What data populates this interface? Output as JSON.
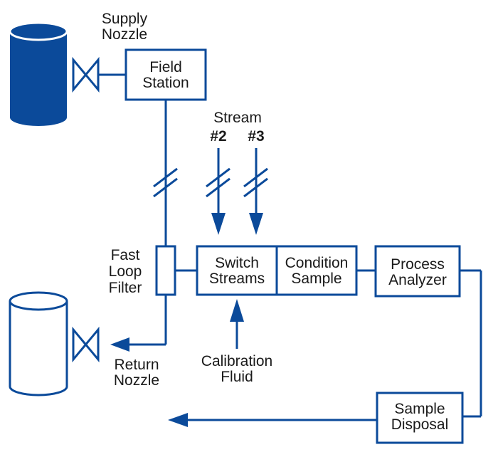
{
  "labels": {
    "supply_nozzle_1": "Supply",
    "supply_nozzle_2": "Nozzle",
    "field_station_1": "Field",
    "field_station_2": "Station",
    "stream": "Stream",
    "stream2": "#2",
    "stream3": "#3",
    "fast_loop_1": "Fast",
    "fast_loop_2": "Loop",
    "fast_loop_3": "Filter",
    "switch_1": "Switch",
    "switch_2": "Streams",
    "condition_1": "Condition",
    "condition_2": "Sample",
    "process_1": "Process",
    "process_2": "Analyzer",
    "calibration_1": "Calibration",
    "calibration_2": "Fluid",
    "return_1": "Return",
    "return_2": "Nozzle",
    "disposal_1": "Sample",
    "disposal_2": "Disposal"
  },
  "colors": {
    "accent": "#0b4a9a",
    "text": "#1a1a1a"
  }
}
